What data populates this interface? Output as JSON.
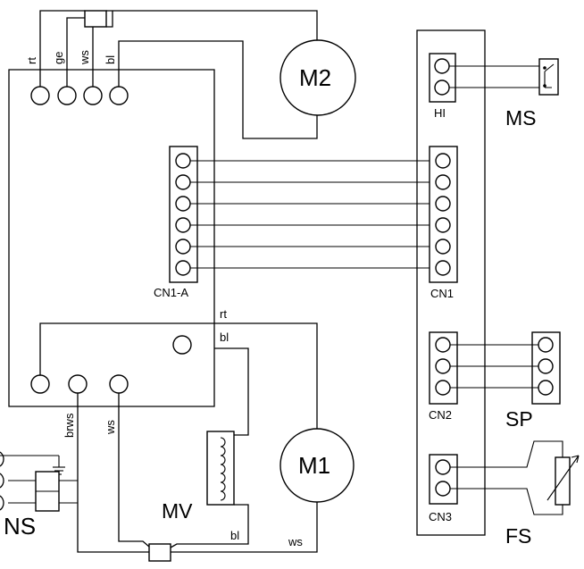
{
  "components": {
    "m2": "M2",
    "m1": "M1",
    "ms": "MS",
    "sp": "SP",
    "fs": "FS",
    "mv": "MV",
    "ns": "NS"
  },
  "connectors": {
    "hi": "HI",
    "cn1a": "CN1-A",
    "cn1": "CN1",
    "cn2": "CN2",
    "cn3": "CN3"
  },
  "wire_labels": {
    "top_rt": "rt",
    "top_ge": "ge",
    "top_ws": "ws",
    "top_bl": "bl",
    "mid_rt": "rt",
    "mid_bl": "bl",
    "brws": "brws",
    "ws": "ws",
    "mv_bl": "bl",
    "m1_ws": "ws"
  }
}
